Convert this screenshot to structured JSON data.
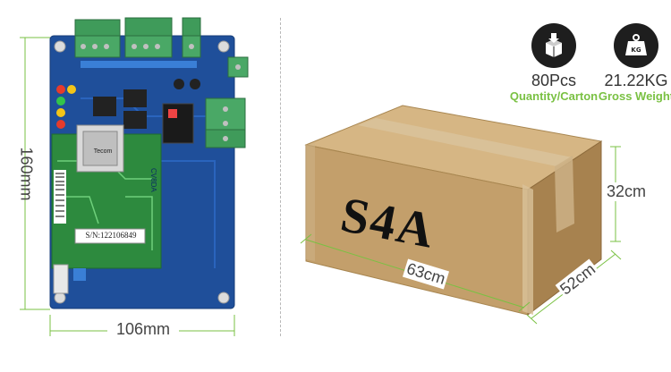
{
  "board": {
    "height_label": "160mm",
    "width_label": "106mm",
    "chip_brand": "Tecom",
    "serial_label": "S/N:122106849",
    "side_label": "CV8DA"
  },
  "box": {
    "model_label": "S4A",
    "length_label": "63cm",
    "width_label": "52cm",
    "height_label": "32cm"
  },
  "stats": [
    {
      "value": "80Pcs",
      "label": "Quantity/Carton",
      "icon": "box-download-icon"
    },
    {
      "value": "21.22KG",
      "label": "Gross Weight",
      "icon": "weight-scale-icon"
    }
  ],
  "colors": {
    "accent_green": "#7ac143",
    "pcb_blue": "#1f4f9a",
    "sub_pcb_green": "#2d8a3e",
    "box_kraft": "#c9a676"
  }
}
